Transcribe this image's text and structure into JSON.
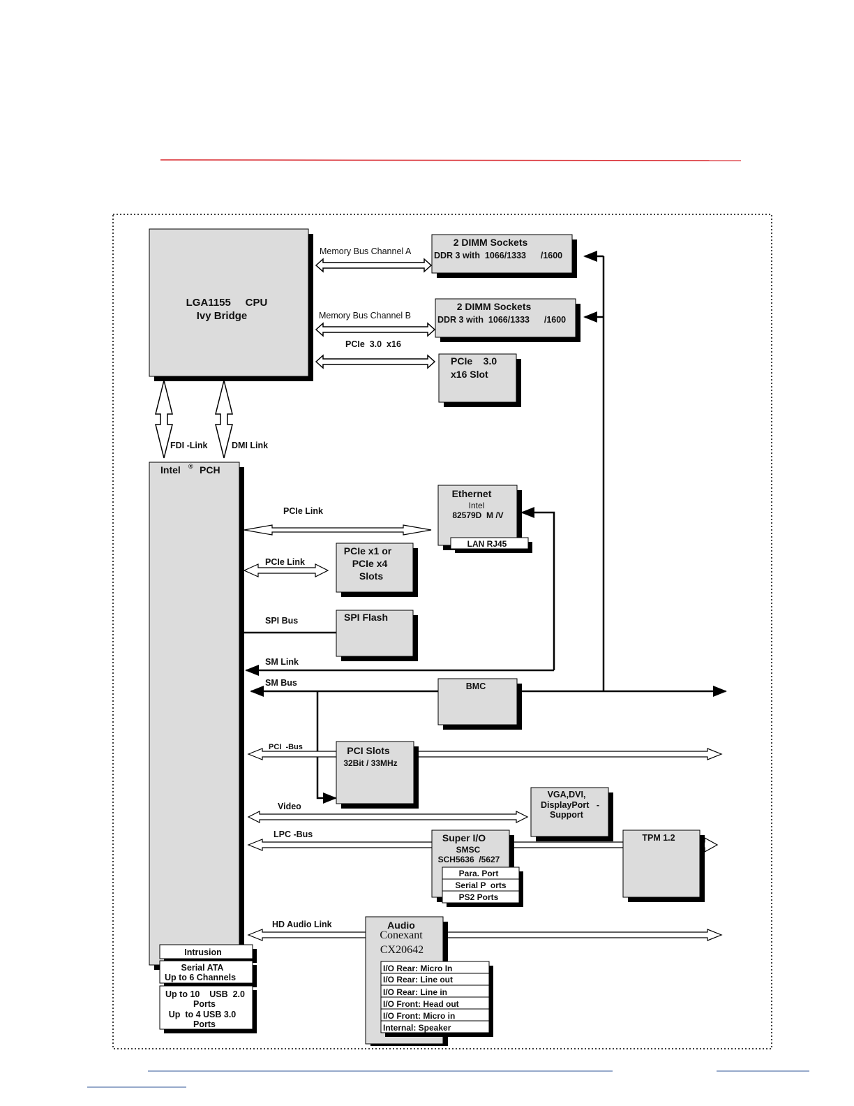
{
  "colors": {
    "header_rule": "#d8262c",
    "footer_rule": "#2f5597",
    "box_fill": "#dcdcdc",
    "shadow": "#000000",
    "line": "#000000"
  },
  "cpu": {
    "line1": "LGA1155     CPU",
    "line2": "Ivy Bridge"
  },
  "memory_bus_a": "Memory Bus Channel A",
  "memory_bus_b": "Memory Bus Channel B",
  "pcie_x16_label": "PCIe  3.0  x16",
  "dimm_a": {
    "title": "2 DIMM Sockets",
    "spec": "DDR 3 with  1066/1333      /1600"
  },
  "dimm_b": {
    "title": "2 DIMM Sockets",
    "spec": "DDR 3 with  1066/1333      /1600"
  },
  "pcie_slot": {
    "line1": "PCIe    3.0",
    "line2": "x16 Slot"
  },
  "fdi_link": "FDI -Link",
  "dmi_link": "DMI Link",
  "pch": {
    "title": "Intel",
    "reg": "®",
    "suffix": "PCH"
  },
  "pcie_link_1": "PCIe Link",
  "pcie_link_2": "PCIe Link",
  "ethernet": {
    "title": "Ethernet",
    "vendor": "Intel",
    "model": "82579D  M /V",
    "port": "LAN RJ45"
  },
  "pcie_slots": {
    "line1": "PCIe x1 or",
    "line2": "PCIe x4",
    "line3": "Slots"
  },
  "spi_bus": "SPI Bus",
  "spi_flash": "SPI Flash",
  "sm_link": "SM Link",
  "sm_bus": "SM Bus",
  "bmc": "BMC",
  "pci_bus": "PCI  -Bus",
  "pci_slots": {
    "title": "PCI Slots",
    "spec": "32Bit / 33MHz"
  },
  "video": "Video",
  "vga": {
    "line1": "VGA,DVI,",
    "line2": "DisplayPort   -",
    "line3": "Support"
  },
  "lpc_bus": "LPC -Bus",
  "super_io": {
    "title": "Super I/O",
    "vendor": "SMSC",
    "model": "SCH5636  /5627",
    "ports": [
      "Para. Port",
      "Serial P  orts",
      "PS2 Ports"
    ]
  },
  "tpm": "TPM 1.2",
  "hd_audio_link": "HD Audio Link",
  "audio": {
    "title": "Audio",
    "vendor": "Conexant",
    "model": "CX20642",
    "io": [
      "I/O Rear: Micro In",
      "I/O Rear: Line out",
      "I/O Rear: Line in",
      "I/O Front: Head out",
      "I/O Front: Micro in",
      "Internal: Speaker"
    ]
  },
  "intrusion": "Intrusion",
  "sata": {
    "line1": "Serial ATA",
    "line2": "Up to 6 Channels"
  },
  "usb": {
    "line1": "Up to 10    USB  2.0",
    "line2": "Ports",
    "line3": "Up  to 4 USB 3.0",
    "line4": "Ports"
  }
}
